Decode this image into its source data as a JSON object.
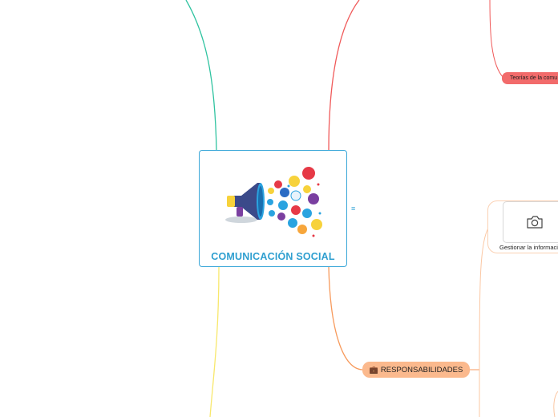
{
  "central_topic": {
    "title": "COMUNICACIÓN SOCIAL"
  },
  "branches": {
    "responsabilidades": {
      "label": "RESPONSABILIDADES",
      "icon": "briefcase-icon"
    },
    "teorias": {
      "label": "Teorías de la comu"
    },
    "gestionar": {
      "label": "Gestionar la informaci",
      "icon": "camera-icon"
    }
  },
  "colors": {
    "central_border": "#3aa7d8",
    "branch_teal": "#2fc3a0",
    "branch_red": "#f05a5a",
    "branch_orange": "#f79a5c",
    "branch_yellow": "#f8e86c"
  }
}
